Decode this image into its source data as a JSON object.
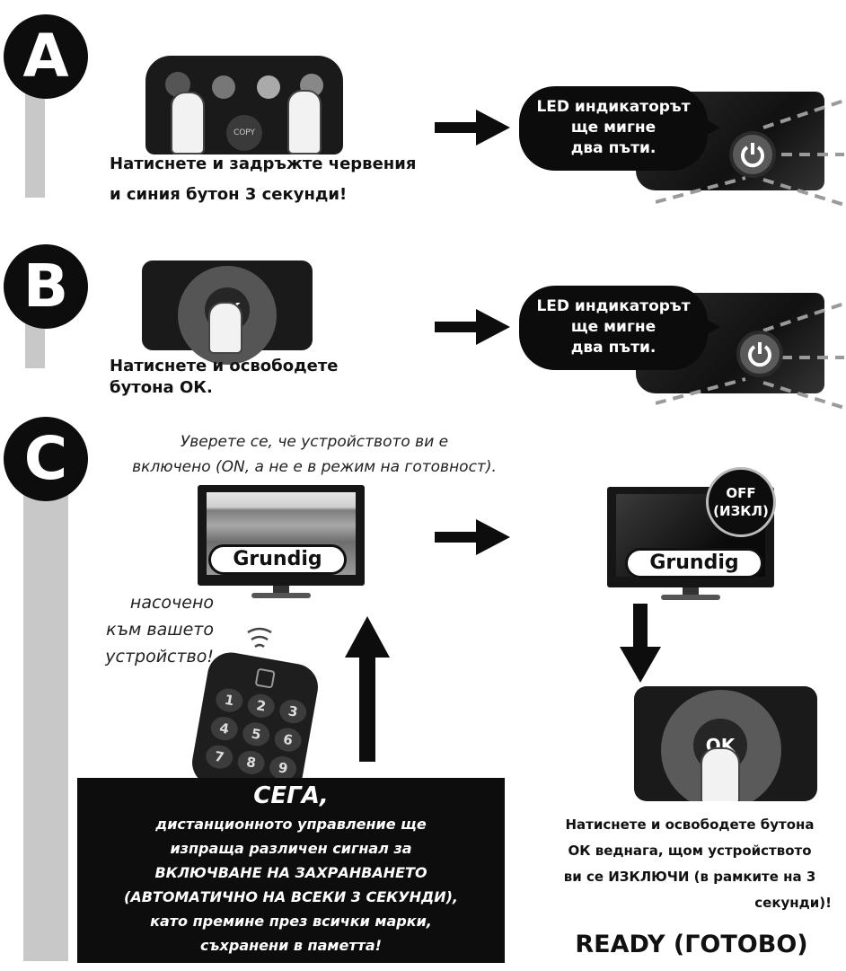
{
  "steps": {
    "a": {
      "letter": "A",
      "caption_line1": "Натиснете и задръжте червения",
      "caption_line2": "и синия бутон 3 секунди!",
      "bubble_line1": "LED индикаторът",
      "bubble_line2": "ще мигне",
      "bubble_line3": "два пъти.",
      "remote_label": "COPY"
    },
    "b": {
      "letter": "B",
      "caption_line1": "Натиснете и освободете",
      "caption_line2": "бутона ОК.",
      "bubble_line1": "LED индикаторът",
      "bubble_line2": "ще мигне",
      "bubble_line3": "два пъти.",
      "ok_label": "OK"
    },
    "c": {
      "letter": "C",
      "note_line1": "Уверете се, че устройството ви е",
      "note_line2": "включено (ON, а не е в режим на готовност).",
      "tv_brand_left": "Grundig",
      "tv_brand_right": "Grundig",
      "off_line1": "OFF",
      "off_line2": "(ИЗКЛ)",
      "point_line1": "насочено",
      "point_line2": "към вашето",
      "point_line3": "устройство!",
      "keypad": [
        "1",
        "2",
        "3",
        "4",
        "5",
        "6",
        "7",
        "8",
        "9"
      ],
      "now_title": "СЕГА,",
      "now_line1": "дистанционното управление ще",
      "now_line2": "изпраща различен сигнал за",
      "now_line3": "ВКЛЮЧВАНЕ НА ЗАХРАНВАНЕТО",
      "now_line4": "(АВТОМАТИЧНО НА ВСЕКИ 3 СЕКУНДИ),",
      "now_line5": "като премине през всички марки,",
      "now_line6": "съхранени в паметта!",
      "ok_label": "OK",
      "final_line1": "Натиснете и освободете бутона",
      "final_line2": "ОК веднага, щом устройството",
      "final_line3": "ви се ИЗКЛЮЧИ (в рамките на 3",
      "final_line4": "секунди)!",
      "ready": "READY (ГОТОВО)"
    }
  },
  "colors": {
    "ink": "#0d0d0d",
    "bar": "#c8c8c8",
    "dash": "#9a9a9a"
  },
  "icons": [
    "power-icon",
    "arrow-right-icon",
    "arrow-up-icon",
    "arrow-down-icon",
    "signal-waves-icon",
    "finger-icon"
  ]
}
